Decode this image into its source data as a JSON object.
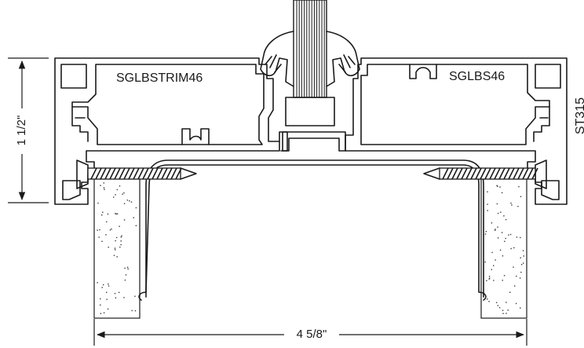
{
  "labels": {
    "left_trim": "SGLBSTRIM46",
    "right_trim": "SGLBS46",
    "side_code": "ST315"
  },
  "dimensions": {
    "height": "1 1/2\"",
    "width": "4 5/8\""
  }
}
